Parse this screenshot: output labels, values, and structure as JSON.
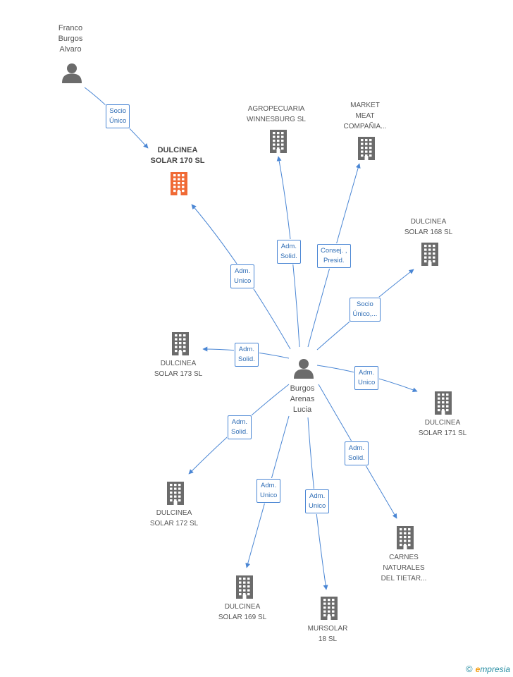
{
  "colors": {
    "edge": "#4a86d4",
    "company_icon": "#6b6b6b",
    "focus_icon": "#f06a35",
    "person_icon": "#6b6b6b"
  },
  "nodes": [
    {
      "id": "franco",
      "kind": "person",
      "lines": [
        "Franco",
        "Burgos",
        "Alvaro"
      ]
    },
    {
      "id": "burgos",
      "kind": "person",
      "lines": [
        "Burgos",
        "Arenas",
        "Lucia"
      ]
    },
    {
      "id": "dulcinea170",
      "kind": "focus",
      "lines": [
        "DULCINEA",
        "SOLAR 170 SL"
      ]
    },
    {
      "id": "agropecuaria",
      "kind": "company",
      "lines": [
        "AGROPECUARIA",
        "WINNESBURG SL"
      ]
    },
    {
      "id": "market",
      "kind": "company",
      "lines": [
        "MARKET",
        "MEAT",
        "COMPAÑIA..."
      ]
    },
    {
      "id": "dulcinea168",
      "kind": "company",
      "lines": [
        "DULCINEA",
        "SOLAR 168 SL"
      ]
    },
    {
      "id": "dulcinea173",
      "kind": "company",
      "lines": [
        "DULCINEA",
        "SOLAR 173 SL"
      ]
    },
    {
      "id": "dulcinea171",
      "kind": "company",
      "lines": [
        "DULCINEA",
        "SOLAR 171 SL"
      ]
    },
    {
      "id": "dulcinea172",
      "kind": "company",
      "lines": [
        "DULCINEA",
        "SOLAR 172 SL"
      ]
    },
    {
      "id": "carnes",
      "kind": "company",
      "lines": [
        "CARNES",
        "NATURALES",
        "DEL TIETAR..."
      ]
    },
    {
      "id": "dulcinea169",
      "kind": "company",
      "lines": [
        "DULCINEA",
        "SOLAR 169 SL"
      ]
    },
    {
      "id": "mursolar",
      "kind": "company",
      "lines": [
        "MURSOLAR",
        "18 SL"
      ]
    }
  ],
  "edges": [
    {
      "from": "franco",
      "to": "dulcinea170",
      "label": [
        "Socio",
        "Único"
      ]
    },
    {
      "from": "burgos",
      "to": "dulcinea170",
      "label": [
        "Adm.",
        "Unico"
      ]
    },
    {
      "from": "burgos",
      "to": "agropecuaria",
      "label": [
        "Adm.",
        "Solid."
      ]
    },
    {
      "from": "burgos",
      "to": "market",
      "label": [
        "Consej. ,",
        "Presid."
      ]
    },
    {
      "from": "burgos",
      "to": "dulcinea168",
      "label": [
        "Socio",
        "Único,..."
      ]
    },
    {
      "from": "burgos",
      "to": "dulcinea173",
      "label": [
        "Adm.",
        "Solid."
      ]
    },
    {
      "from": "burgos",
      "to": "dulcinea171",
      "label": [
        "Adm.",
        "Unico"
      ]
    },
    {
      "from": "burgos",
      "to": "dulcinea172",
      "label": [
        "Adm.",
        "Solid."
      ]
    },
    {
      "from": "burgos",
      "to": "dulcinea169",
      "label": [
        "Adm.",
        "Unico"
      ]
    },
    {
      "from": "burgos",
      "to": "mursolar",
      "label": [
        "Adm.",
        "Unico"
      ]
    },
    {
      "from": "burgos",
      "to": "carnes",
      "label": [
        "Adm.",
        "Solid."
      ]
    }
  ],
  "footer": {
    "copyright": "©",
    "brand_first": "e",
    "brand_rest": "mpresia"
  }
}
